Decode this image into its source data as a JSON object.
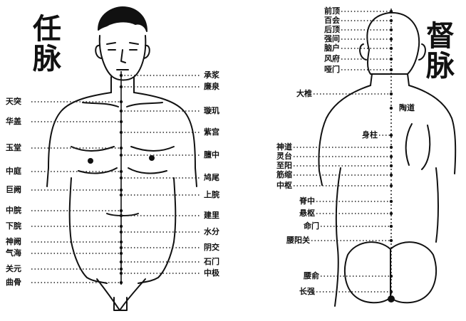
{
  "ren_mai": {
    "title": [
      "任",
      "脉"
    ],
    "points": [
      {
        "name": "承浆",
        "side": "right"
      },
      {
        "name": "廉泉",
        "side": "right"
      },
      {
        "name": "天突",
        "side": "left"
      },
      {
        "name": "璇玑",
        "side": "right"
      },
      {
        "name": "华盖",
        "side": "left"
      },
      {
        "name": "紫宫",
        "side": "right"
      },
      {
        "name": "玉堂",
        "side": "left"
      },
      {
        "name": "膻中",
        "side": "right"
      },
      {
        "name": "中庭",
        "side": "left"
      },
      {
        "name": "鸠尾",
        "side": "right"
      },
      {
        "name": "巨阙",
        "side": "left"
      },
      {
        "name": "上脘",
        "side": "right"
      },
      {
        "name": "中脘",
        "side": "left"
      },
      {
        "name": "建里",
        "side": "right"
      },
      {
        "name": "下脘",
        "side": "left"
      },
      {
        "name": "水分",
        "side": "right"
      },
      {
        "name": "神阙",
        "side": "left"
      },
      {
        "name": "阴交",
        "side": "right"
      },
      {
        "name": "气海",
        "side": "left"
      },
      {
        "name": "石门",
        "side": "right"
      },
      {
        "name": "关元",
        "side": "left"
      },
      {
        "name": "中极",
        "side": "right"
      },
      {
        "name": "曲骨",
        "side": "left"
      }
    ]
  },
  "du_mai": {
    "title": [
      "督",
      "脉"
    ],
    "points": [
      {
        "name": "前顶",
        "side": "left"
      },
      {
        "name": "百会",
        "side": "left"
      },
      {
        "name": "后顶",
        "side": "left"
      },
      {
        "name": "强间",
        "side": "left"
      },
      {
        "name": "脑户",
        "side": "left"
      },
      {
        "name": "风府",
        "side": "left"
      },
      {
        "name": "哑门",
        "side": "left"
      },
      {
        "name": "大椎",
        "side": "left"
      },
      {
        "name": "陶道",
        "side": "right"
      },
      {
        "name": "身柱",
        "side": "left"
      },
      {
        "name": "神道",
        "side": "left"
      },
      {
        "name": "灵台",
        "side": "left"
      },
      {
        "name": "至阳",
        "side": "left"
      },
      {
        "name": "筋缩",
        "side": "left"
      },
      {
        "name": "中枢",
        "side": "left"
      },
      {
        "name": "脊中",
        "side": "left"
      },
      {
        "name": "悬枢",
        "side": "left"
      },
      {
        "name": "命门",
        "side": "left"
      },
      {
        "name": "腰阳关",
        "side": "left"
      },
      {
        "name": "腰俞",
        "side": "left"
      },
      {
        "name": "长强",
        "side": "left"
      }
    ]
  },
  "colors": {
    "ink": "#111111",
    "dots": "#222222",
    "background": "#ffffff"
  }
}
